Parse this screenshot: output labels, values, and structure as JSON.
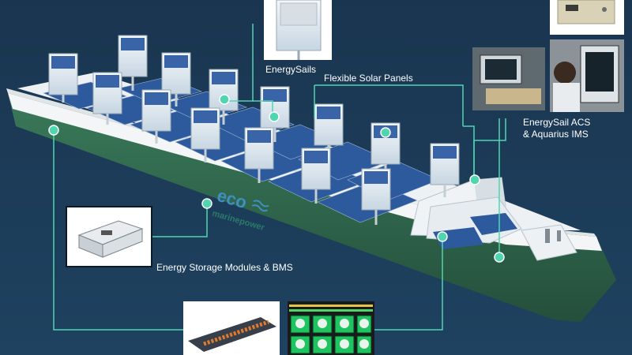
{
  "labels": {
    "energy_sails": "EnergySails",
    "flexible_solar_panels": "Flexible Solar Panels",
    "acs_line1": "EnergySail ACS",
    "acs_line2": "& Aquarius IMS",
    "energy_storage": "Energy Storage Modules & BMS"
  },
  "logo": {
    "line1": "eco",
    "line2": "marinepower"
  },
  "colors": {
    "background": "#1b3a55",
    "connector": "#4fd6b0",
    "hull": "#2e6b4e",
    "deck": "#f2f4f5",
    "solar": "#2d5a9c",
    "sail": "#dfe8ef"
  }
}
